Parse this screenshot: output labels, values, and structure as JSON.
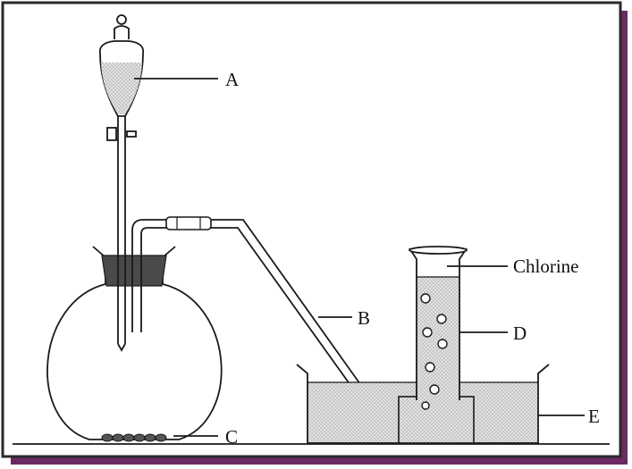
{
  "labels": {
    "a": "A",
    "b": "B",
    "c": "C",
    "d": "D",
    "e": "E",
    "chlorine": "Chlorine"
  },
  "colors": {
    "frame_border": "#2a2a2a",
    "frame_shadow": "#6b2a63",
    "line": "#1a1a1a",
    "liquid_fill": "#d9d9d9",
    "stopper": "#4a4a4a",
    "background": "#ffffff"
  }
}
